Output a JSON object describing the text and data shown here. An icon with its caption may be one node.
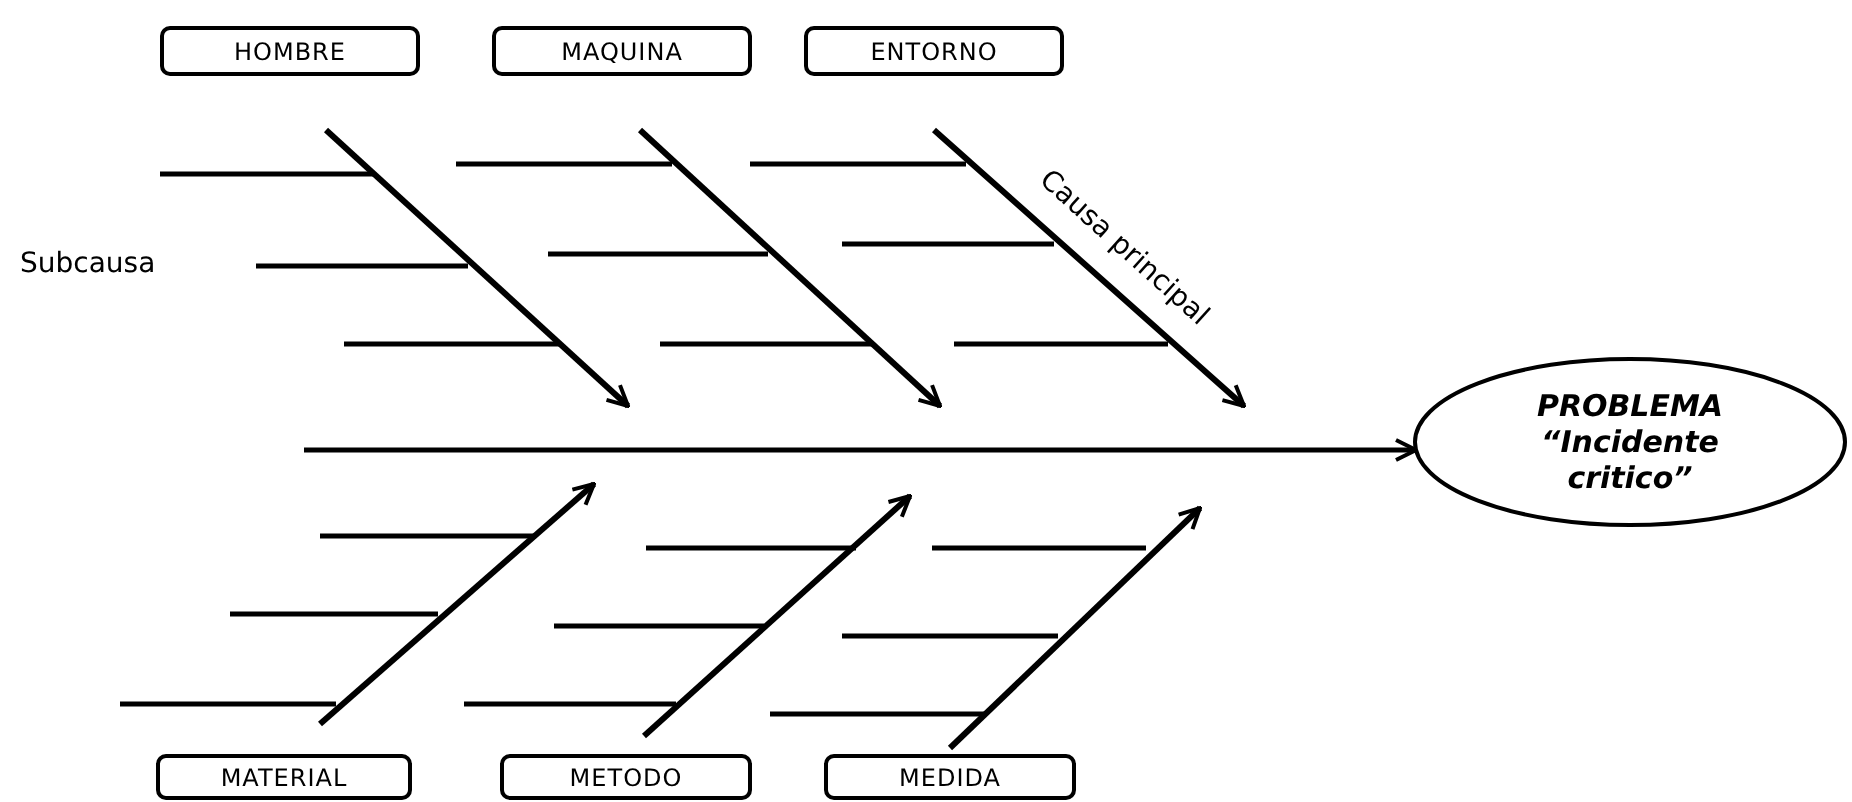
{
  "diagram": {
    "nodes": [
      {
        "text": [
          "HOMBRE"
        ]
      },
      {
        "text": [
          "MAQUINA"
        ]
      },
      {
        "text": [
          "ENTORNO"
        ]
      },
      {
        "text": [
          "PROBLEMA",
          "“Incidente critico”"
        ]
      },
      {
        "text": [
          "MATERIAL"
        ]
      },
      {
        "text": [
          "METODO"
        ]
      },
      {
        "text": [
          "MEDIDA"
        ]
      }
    ],
    "edges": [
      {
        "from": null,
        "to": 3,
        "arrow": "to"
      }
    ],
    "labels": [
      "Subcausa",
      "Causa principal"
    ]
  }
}
